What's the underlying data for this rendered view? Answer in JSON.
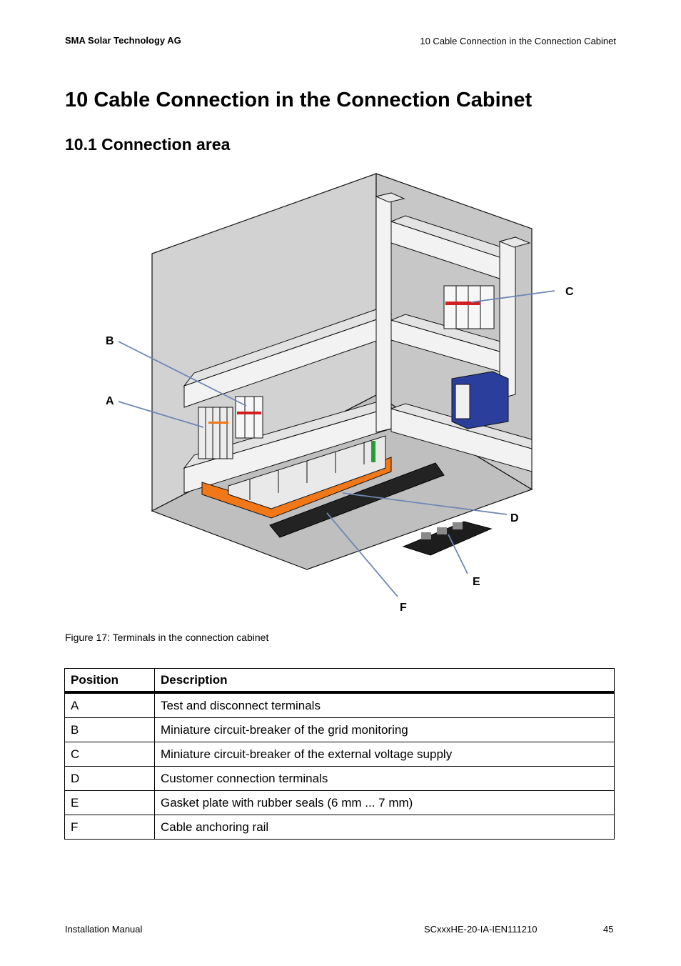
{
  "header": {
    "company": "SMA Solar Technology AG",
    "chapter": "10  Cable Connection in the Connection Cabinet"
  },
  "headings": {
    "h1": "10  Cable Connection in the Connection Cabinet",
    "h2": "10.1  Connection area"
  },
  "figure": {
    "callouts": {
      "a": "A",
      "b": "B",
      "c": "C",
      "d": "D",
      "e": "E",
      "f": "F"
    },
    "caption": "Figure 17:  Terminals in the connection cabinet",
    "colors": {
      "panel": "#d2d2d2",
      "wall_shade": "#b9b9b9",
      "floor": "#bfbfbf",
      "duct": "#f2f2f2",
      "orange": "#f07818",
      "blue_box": "#2b3e9c",
      "callout_line": "#6f86b4"
    }
  },
  "table": {
    "headers": {
      "position": "Position",
      "description": "Description"
    },
    "rows": [
      {
        "position": "A",
        "description": "Test and disconnect terminals"
      },
      {
        "position": "B",
        "description": "Miniature circuit-breaker of the grid monitoring"
      },
      {
        "position": "C",
        "description": "Miniature circuit-breaker of the external voltage supply"
      },
      {
        "position": "D",
        "description": "Customer connection terminals"
      },
      {
        "position": "E",
        "description": "Gasket plate with rubber seals (6 mm ... 7 mm)"
      },
      {
        "position": "F",
        "description": "Cable anchoring rail"
      }
    ]
  },
  "footer": {
    "left": "Installation Manual",
    "doc_id": "SCxxxHE-20-IA-IEN111210",
    "page": "45"
  }
}
